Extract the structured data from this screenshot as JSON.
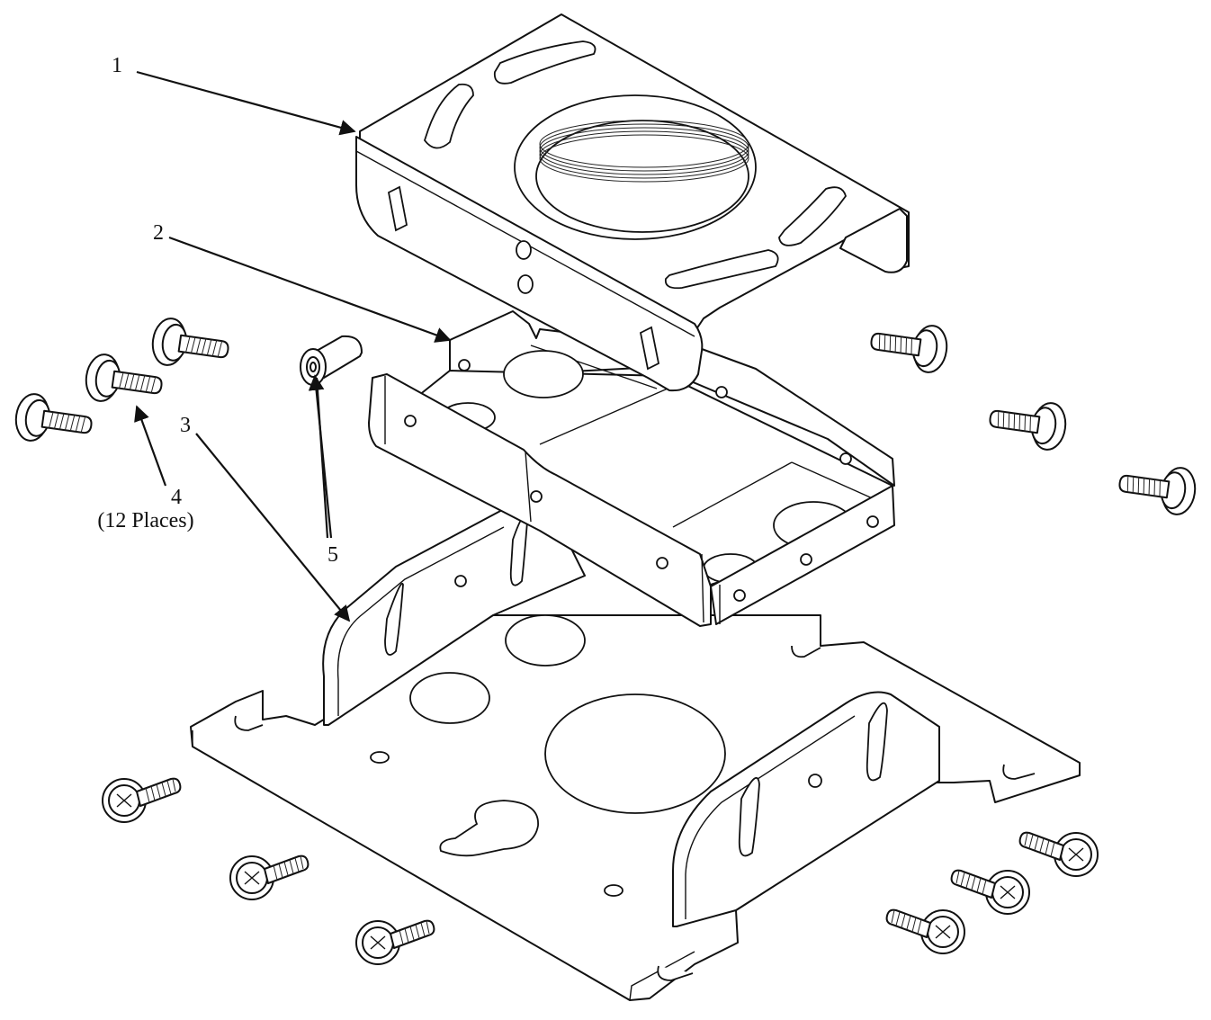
{
  "callouts": {
    "part1": "1",
    "part2": "2",
    "part3": "3",
    "part4": "4",
    "part4_note": "(12 Places)",
    "part5": "5"
  },
  "colors": {
    "line": "#111111",
    "background": "#ffffff"
  }
}
